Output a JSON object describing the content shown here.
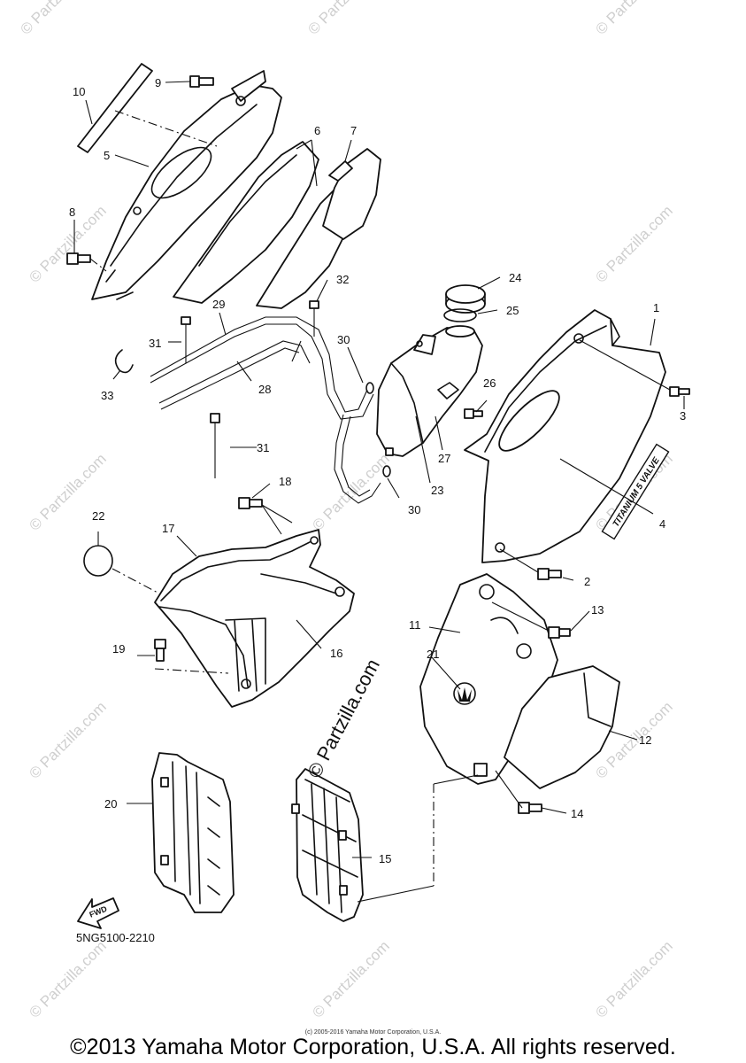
{
  "watermark": "© Partzilla.com",
  "center_watermark": "© Partzilla.com",
  "decal_text": "TITANIUM 5 VALVE",
  "fwd_arrow_label": "FWD",
  "diagram_code": "5NG5100-2210",
  "tiny_notice": "(c) 2005-2016 Yamaha Motor Corporation, U.S.A.",
  "copyright": "©2013 Yamaha Motor Corporation, U.S.A. All rights reserved.",
  "callouts": [
    "1",
    "2",
    "3",
    "4",
    "5",
    "6",
    "7",
    "8",
    "9",
    "10",
    "11",
    "12",
    "13",
    "14",
    "15",
    "16",
    "17",
    "18",
    "19",
    "20",
    "21",
    "22",
    "23",
    "24",
    "25",
    "26",
    "27",
    "28",
    "29",
    "30",
    "30",
    "31",
    "31",
    "32",
    "33"
  ]
}
